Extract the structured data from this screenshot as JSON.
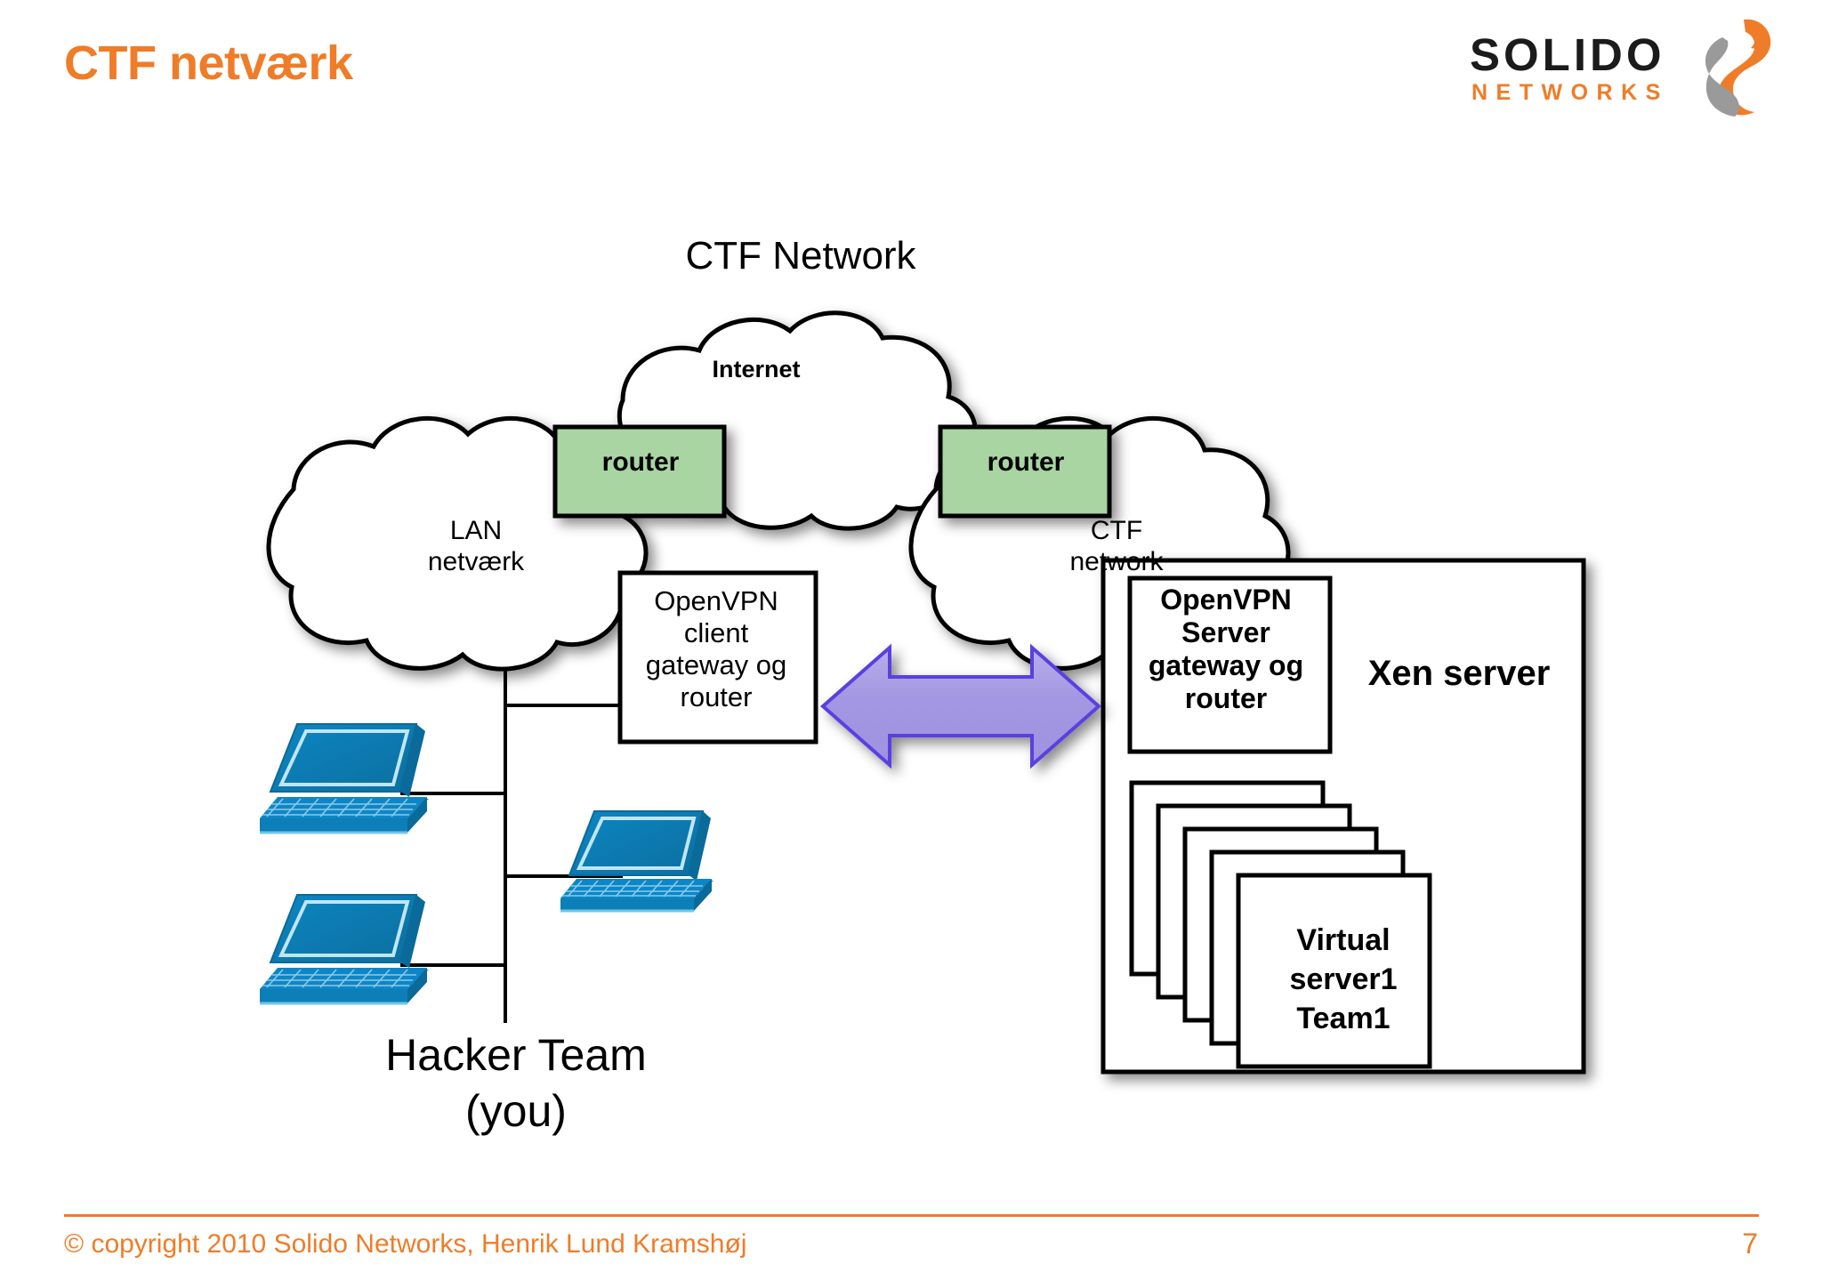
{
  "header": {
    "title": "CTF netværk",
    "logo": {
      "primary": "SOLIDO",
      "secondary": "NETWORKS",
      "mark_icon": "seahorse-logo-icon"
    }
  },
  "diagram": {
    "heading": "CTF Network",
    "clouds": [
      {
        "id": "internet",
        "label": "Internet",
        "bold": true
      },
      {
        "id": "lan",
        "label": "LAN\nnetværk",
        "line1": "LAN",
        "line2": "netværk",
        "bold": false
      },
      {
        "id": "ctf",
        "label": "CTF\nnetwork",
        "line1": "CTF",
        "line2": "network",
        "bold": false
      }
    ],
    "routers": [
      {
        "id": "router-left",
        "label": "router"
      },
      {
        "id": "router-right",
        "label": "router"
      }
    ],
    "vpn_client": {
      "line1": "OpenVPN",
      "line2": "client",
      "line3": "gateway og",
      "line4": "router"
    },
    "vpn_server": {
      "line1": "OpenVPN",
      "line2": "Server",
      "line3": "gateway og",
      "line4": "router"
    },
    "xen_server_label": "Xen server",
    "virtual_server": {
      "line1": "Virtual",
      "line2": "server1",
      "line3": "Team1",
      "stack_count": 5
    },
    "hacker_team": {
      "line1": "Hacker Team",
      "line2": "(you)"
    },
    "laptops": [
      {
        "id": "laptop-lan-1"
      },
      {
        "id": "laptop-lan-2"
      },
      {
        "id": "laptop-lan-3"
      }
    ],
    "vpn_tunnel_arrow": {
      "icon": "double-headed-arrow-icon",
      "direction": "bidirectional"
    }
  },
  "footer": {
    "copyright": "© copyright 2010 Solido Networks, Henrik Lund Kramshøj",
    "page_number": "7"
  },
  "colors": {
    "accent_orange": "#ef7c28",
    "router_green": "#a8d5a2",
    "arrow_fill": "#a89ce0",
    "arrow_stroke": "#5a3fe0",
    "laptop_blue": "#0d7fb8",
    "logo_dark": "#1b1b1b"
  }
}
